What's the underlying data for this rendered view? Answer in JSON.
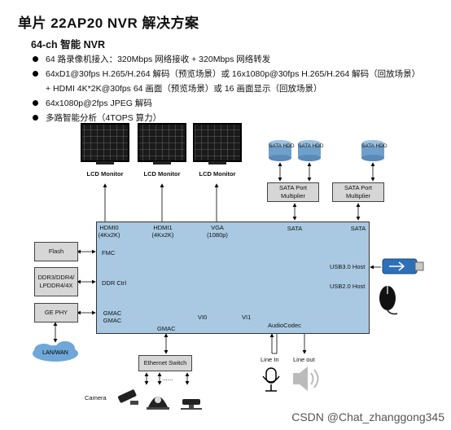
{
  "title": "单片 22AP20 NVR 解决方案",
  "subtitle": "64-ch 智能 NVR",
  "bullets": [
    "64 路录像机接入：320Mbps 网络接收 + 320Mbps 网络转发",
    "64xD1@30fps H.265/H.264 解码（预览场景）或 16x1080p@30fps H.265/H.264 解码（回放场景）",
    "+ HDMI 4K*2K@30fps 64 画面（预览场景）或 16 画面显示（回放场景）",
    "64x1080p@2fps JPEG 解码",
    "多路智能分析（4TOPS 算力）"
  ],
  "monitors": [
    "LCD Monitor",
    "LCD Monitor",
    "LCD Monitor"
  ],
  "hdd": [
    "SATA HDD",
    "SATA HDD",
    "SATA HDD"
  ],
  "port_multiplier": [
    "SATA Port Multiplier",
    "SATA Port Multiplier"
  ],
  "soc_labels": {
    "hdmi0": "HDMI0 (4Kx2K)",
    "hdmi1": "HDMI1 (4Kx2K)",
    "vga": "VGA (1080p)",
    "sata1": "SATA",
    "sata2": "SATA",
    "fmc": "FMC",
    "ddr_ctrl": "DDR Ctrl",
    "gmac_pair": "GMAC GMAC",
    "usb3": "USB3.0 Host",
    "usb2": "USB2.0 Host",
    "gmac_bottom": "GMAC",
    "vi0": "VI0",
    "vi1": "VI1",
    "audio": "AudioCodec"
  },
  "left_boxes": {
    "flash": "Flash",
    "ddr": "DDR3/DDR4/ LPDDR4/4X",
    "gephy": "GE PHY"
  },
  "lan": "LAN/WAN",
  "ethernet_switch": "Ethernet Switch",
  "camera_label": "Camera",
  "dots": "......",
  "line_in": "Line In",
  "line_out": "Line out",
  "watermark": "CSDN @Chat_zhanggong345",
  "colors": {
    "soc": "#a9c9e2",
    "hdd": "#6f9fcb",
    "box": "#d6d6d6",
    "lan": "#6ea7d8"
  }
}
